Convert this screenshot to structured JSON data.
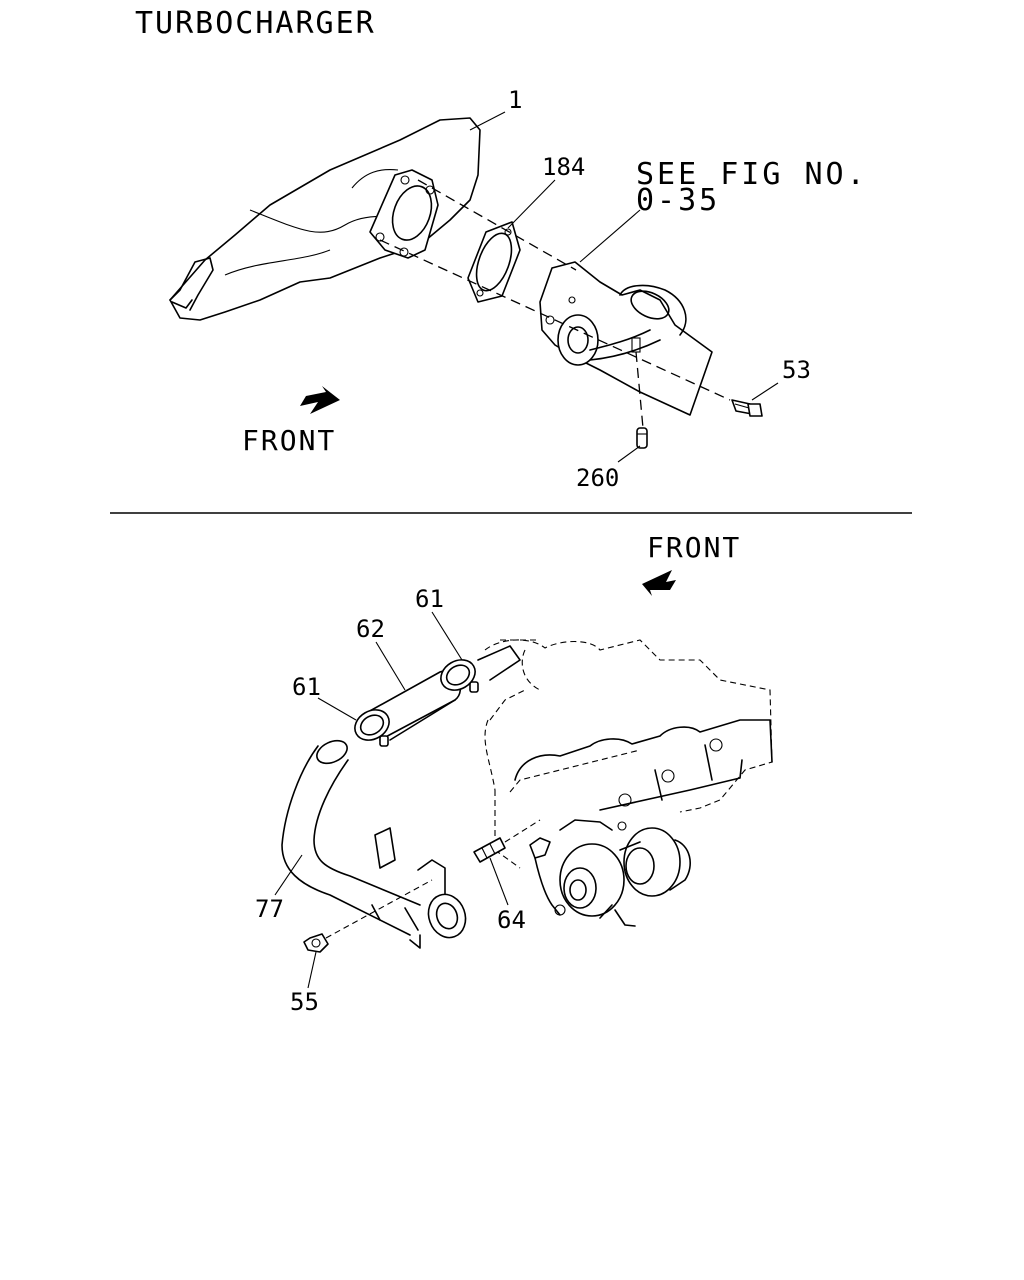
{
  "title": "TURBOCHARGER",
  "note": {
    "line1": "SEE FIG NO.",
    "line2": "0-35"
  },
  "front_label": "FRONT",
  "callouts": {
    "p1": "1",
    "p184": "184",
    "p53": "53",
    "p260": "260",
    "p61a": "61",
    "p61b": "61",
    "p62": "62",
    "p77": "77",
    "p64": "64",
    "p55": "55"
  },
  "icons": {
    "front_arrow": "front-arrow-icon"
  }
}
